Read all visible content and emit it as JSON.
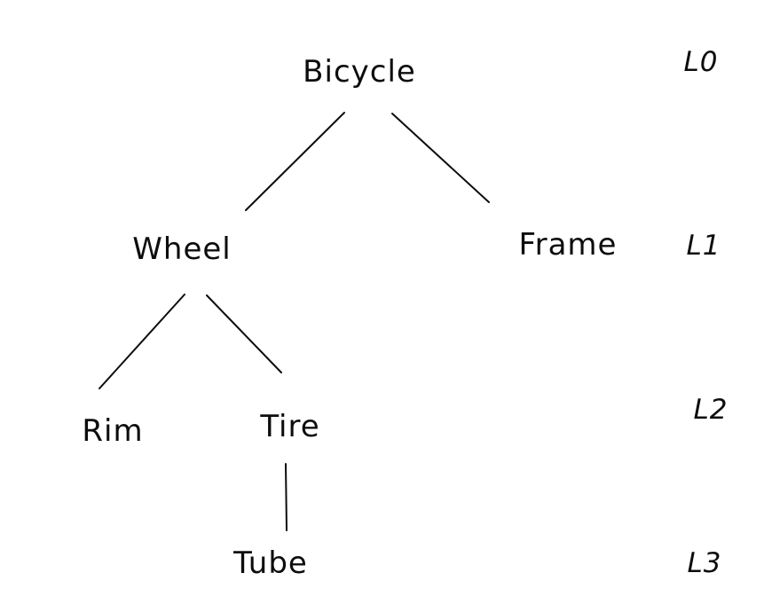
{
  "diagram": {
    "type": "tree",
    "background_color": "#ffffff",
    "ink_color": "#0d0d0d",
    "nodes": [
      {
        "id": "bicycle",
        "label": "Bicycle",
        "level": 0
      },
      {
        "id": "wheel",
        "label": "Wheel",
        "level": 1
      },
      {
        "id": "frame",
        "label": "Frame",
        "level": 1
      },
      {
        "id": "rim",
        "label": "Rim",
        "level": 2
      },
      {
        "id": "tire",
        "label": "Tire",
        "level": 2
      },
      {
        "id": "tube",
        "label": "Tube",
        "level": 3
      }
    ],
    "edges": [
      {
        "from": "Bicycle",
        "to": "Wheel"
      },
      {
        "from": "Bicycle",
        "to": "Frame"
      },
      {
        "from": "Wheel",
        "to": "Rim"
      },
      {
        "from": "Wheel",
        "to": "Tire"
      },
      {
        "from": "Tire",
        "to": "Tube"
      }
    ],
    "level_labels": [
      "L0",
      "L1",
      "L2",
      "L3"
    ]
  }
}
